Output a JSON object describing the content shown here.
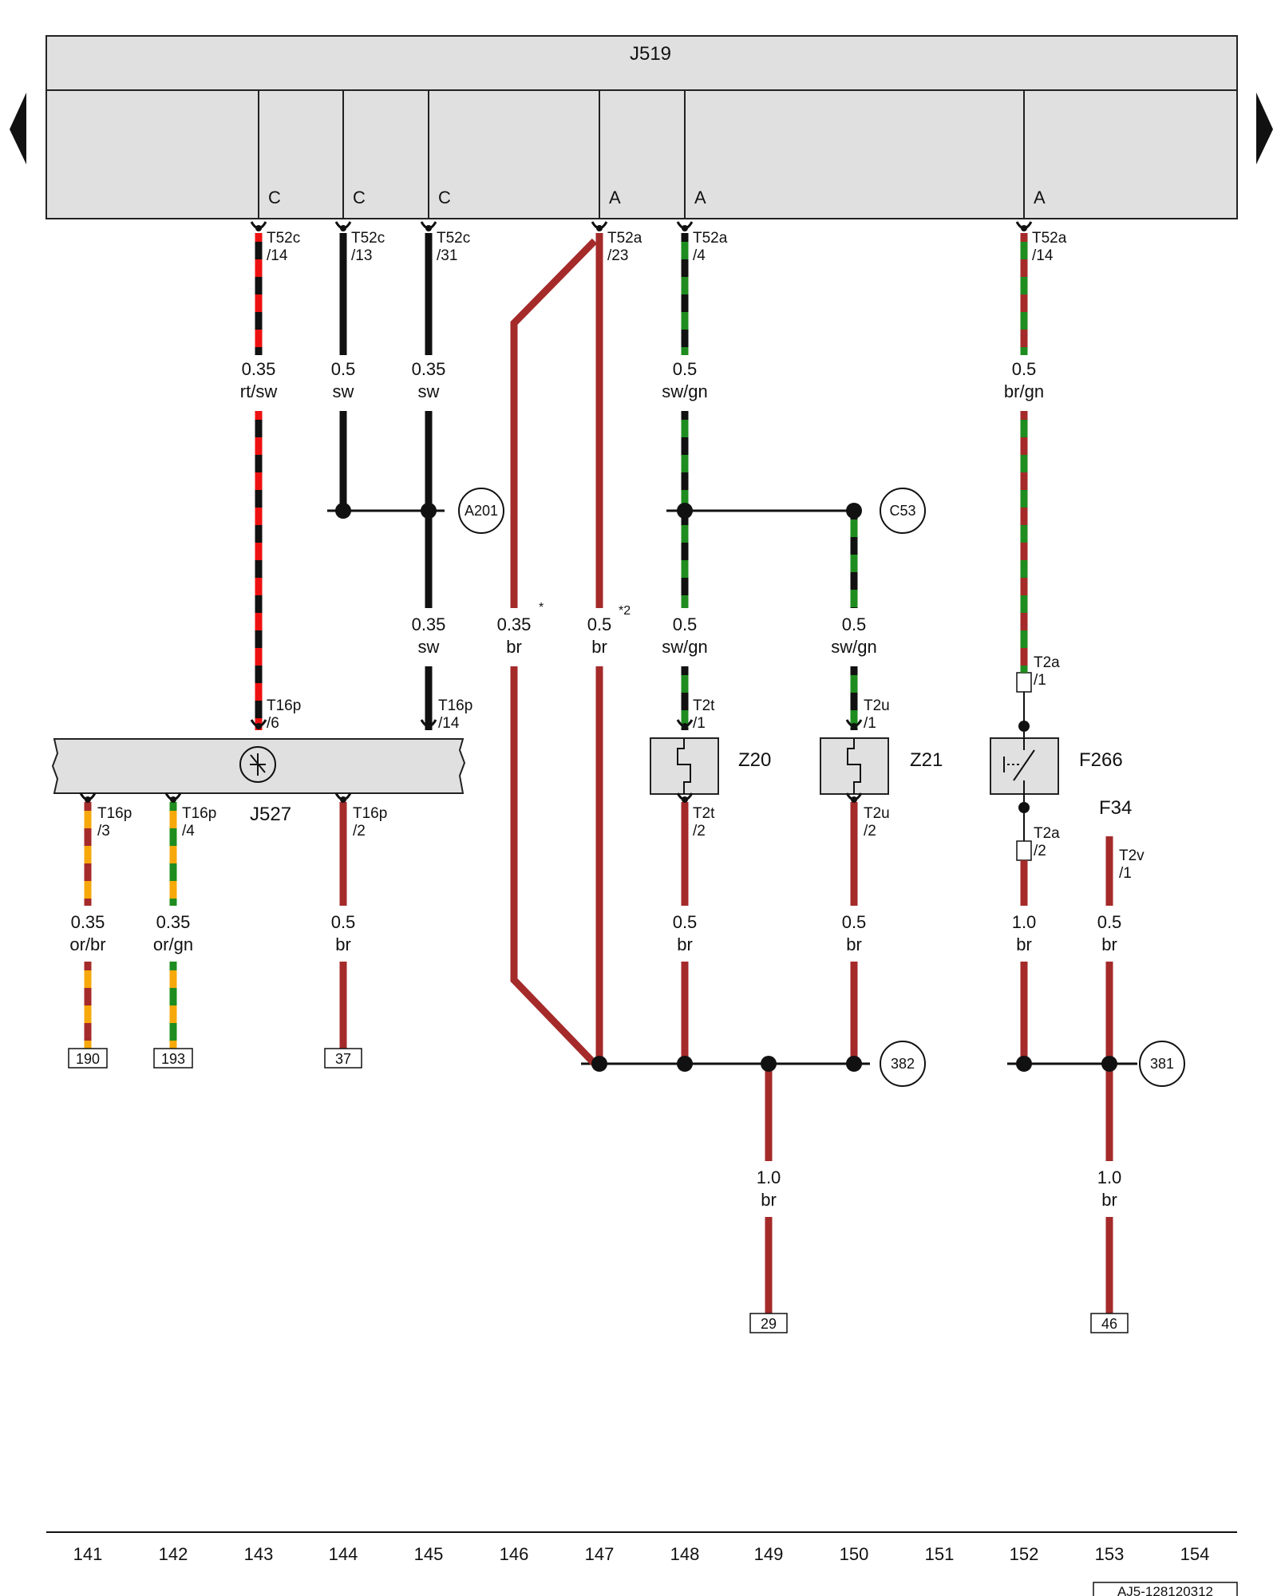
{
  "title": "J519",
  "nav": {
    "prev_icon": "triangle-left-icon",
    "next_icon": "triangle-right-icon"
  },
  "colors": {
    "br": "#A52A2A",
    "rt": "#EE1111",
    "sw": "#111111",
    "gn": "#1E8C1E",
    "or": "#F7A80A",
    "panel": "#E0E0E0"
  },
  "conn_letters": [
    "C",
    "C",
    "C",
    "A",
    "A",
    "A"
  ],
  "conn_pins": [
    {
      "name": "T52c",
      "pin": "/14"
    },
    {
      "name": "T52c",
      "pin": "/13"
    },
    {
      "name": "T52c",
      "pin": "/31"
    },
    {
      "name": "T52a",
      "pin": "/23"
    },
    {
      "name": "T52a",
      "pin": "/4"
    },
    {
      "name": "T52a",
      "pin": "/14"
    },
    {
      "name": "T16p",
      "pin": "/6"
    },
    {
      "name": "T16p",
      "pin": "/14"
    },
    {
      "name": "T16p",
      "pin": "/3"
    },
    {
      "name": "T16p",
      "pin": "/4"
    },
    {
      "name": "T16p",
      "pin": "/2"
    },
    {
      "name": "T2t",
      "pin": "/1"
    },
    {
      "name": "T2t",
      "pin": "/2"
    },
    {
      "name": "T2u",
      "pin": "/1"
    },
    {
      "name": "T2u",
      "pin": "/2"
    },
    {
      "name": "T2a",
      "pin": "/1"
    },
    {
      "name": "T2a",
      "pin": "/2"
    },
    {
      "name": "T2v",
      "pin": "/1"
    }
  ],
  "wire_labels": [
    {
      "size": "0.35",
      "color": "rt/sw"
    },
    {
      "size": "0.5",
      "color": "sw"
    },
    {
      "size": "0.35",
      "color": "sw"
    },
    {
      "size": "0.5",
      "color": "sw/gn"
    },
    {
      "size": "0.5",
      "color": "br/gn"
    },
    {
      "size": "0.35",
      "color": "sw"
    },
    {
      "size": "0.35",
      "color": "br"
    },
    {
      "size": "0.5",
      "color": "br"
    },
    {
      "size": "0.5",
      "color": "sw/gn"
    },
    {
      "size": "0.5",
      "color": "sw/gn"
    },
    {
      "size": "0.35",
      "color": "or/br"
    },
    {
      "size": "0.35",
      "color": "or/gn"
    },
    {
      "size": "0.5",
      "color": "br"
    },
    {
      "size": "0.5",
      "color": "br"
    },
    {
      "size": "0.5",
      "color": "br"
    },
    {
      "size": "1.0",
      "color": "br"
    },
    {
      "size": "0.5",
      "color": "br"
    },
    {
      "size": "1.0",
      "color": "br"
    },
    {
      "size": "1.0",
      "color": "br"
    }
  ],
  "footnotes": [
    "*",
    "*2"
  ],
  "components": [
    "J527",
    "Z20",
    "Z21",
    "F266",
    "F34"
  ],
  "circle_refs": [
    "A201",
    "C53",
    "382",
    "381"
  ],
  "box_refs": [
    "190",
    "193",
    "37",
    "29",
    "46"
  ],
  "columns": [
    "141",
    "142",
    "143",
    "144",
    "145",
    "146",
    "147",
    "148",
    "149",
    "150",
    "151",
    "152",
    "153",
    "154"
  ],
  "diagram_id": "AJ5-128120312"
}
